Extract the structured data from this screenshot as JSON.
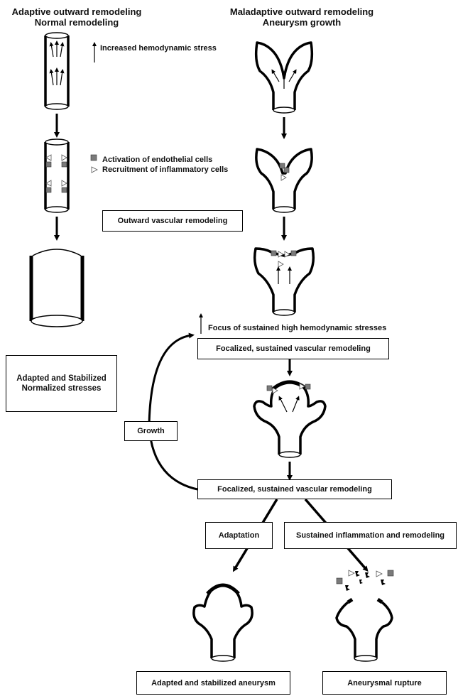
{
  "headers": {
    "left_line1": "Adaptive outward remodeling",
    "left_line2": "Normal  remodeling",
    "right_line1": "Maladaptive outward remodeling",
    "right_line2": "Aneurysm growth"
  },
  "legend": {
    "hemodynamic": "Increased hemodynamic stress",
    "endothelial": "Activation of endothelial cells",
    "inflammatory": "Recruitment of inflammatory cells"
  },
  "labels": {
    "focus": "Focus of sustained high hemodynamic stresses"
  },
  "boxes": {
    "outward": "Outward vascular remodeling",
    "focalized_1": "Focalized, sustained vascular remodeling",
    "adapted_line1": "Adapted and Stabilized",
    "adapted_line2": "Normalized stresses",
    "growth": "Growth",
    "focalized_2": "Focalized, sustained vascular remodeling",
    "adaptation": "Adaptation",
    "sustained": "Sustained inflammation and remodeling",
    "adapted_aneurysm": "Adapted and stabilized aneurysm",
    "rupture": "Aneurysmal rupture"
  },
  "colors": {
    "marker_fill": "#7a7a7a",
    "line": "#000000"
  }
}
